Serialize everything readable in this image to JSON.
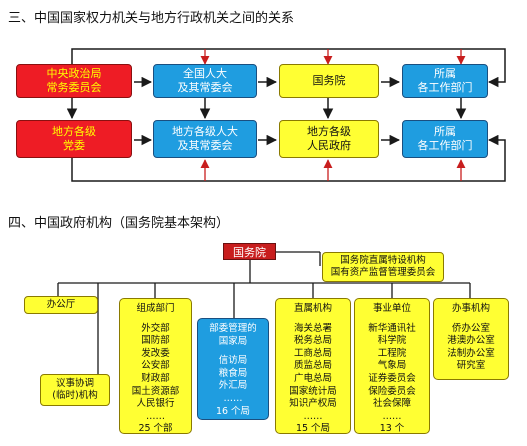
{
  "section3": {
    "heading": "三、中国国家权力机关与地方行政机关之间的关系",
    "boxes": [
      {
        "line1": "中央政治局",
        "line2": "常务委员会"
      },
      {
        "line1": "全国人大",
        "line2": "及其常委会"
      },
      {
        "line1": "国务院",
        "line2": ""
      },
      {
        "line1": "所属",
        "line2": "各工作部门"
      },
      {
        "line1": "地方各级",
        "line2": "党委"
      },
      {
        "line1": "地方各级人大",
        "line2": "及其常委会"
      },
      {
        "line1": "地方各级",
        "line2": "人民政府"
      },
      {
        "line1": "所属",
        "line2": "各工作部门"
      }
    ]
  },
  "section4": {
    "heading": "四、中国政府机构（国务院基本架构）",
    "root": "国务院",
    "special": {
      "line1": "国务院直属特设机构",
      "line2": "国有资产监督管理委员会"
    },
    "office": "办公厅",
    "coord": {
      "line1": "议事协调",
      "line2": "(临时)机构"
    },
    "groups": [
      {
        "title": "组成部门",
        "items": [
          "外交部",
          "国防部",
          "发改委",
          "公安部",
          "财政部",
          "国土资源部",
          "人民银行",
          "……"
        ],
        "footer": "25 个部"
      },
      {
        "title": "部委管理的",
        "title2": "国家局",
        "items": [
          "信访局",
          "粮食局",
          "外汇局",
          "……"
        ],
        "footer": "16 个局"
      },
      {
        "title": "直属机构",
        "items": [
          "海关总署",
          "税务总局",
          "工商总局",
          "质监总局",
          "广电总局",
          "国家统计局",
          "知识产权局",
          "……"
        ],
        "footer": "15 个局"
      },
      {
        "title": "事业单位",
        "items": [
          "新华通讯社",
          "科学院",
          "工程院",
          "气象局",
          "证券委员会",
          "保险委员会",
          "社会保障",
          "……"
        ],
        "footer": "13 个"
      },
      {
        "title": "办事机构",
        "items": [
          "侨办公室",
          "港澳办公室",
          "法制办公室",
          "研究室"
        ],
        "footer": ""
      }
    ]
  },
  "colors": {
    "party": "#ee1c25",
    "congress": "#1f9de0",
    "government": "#ffff33",
    "root": "#c81e1e"
  }
}
